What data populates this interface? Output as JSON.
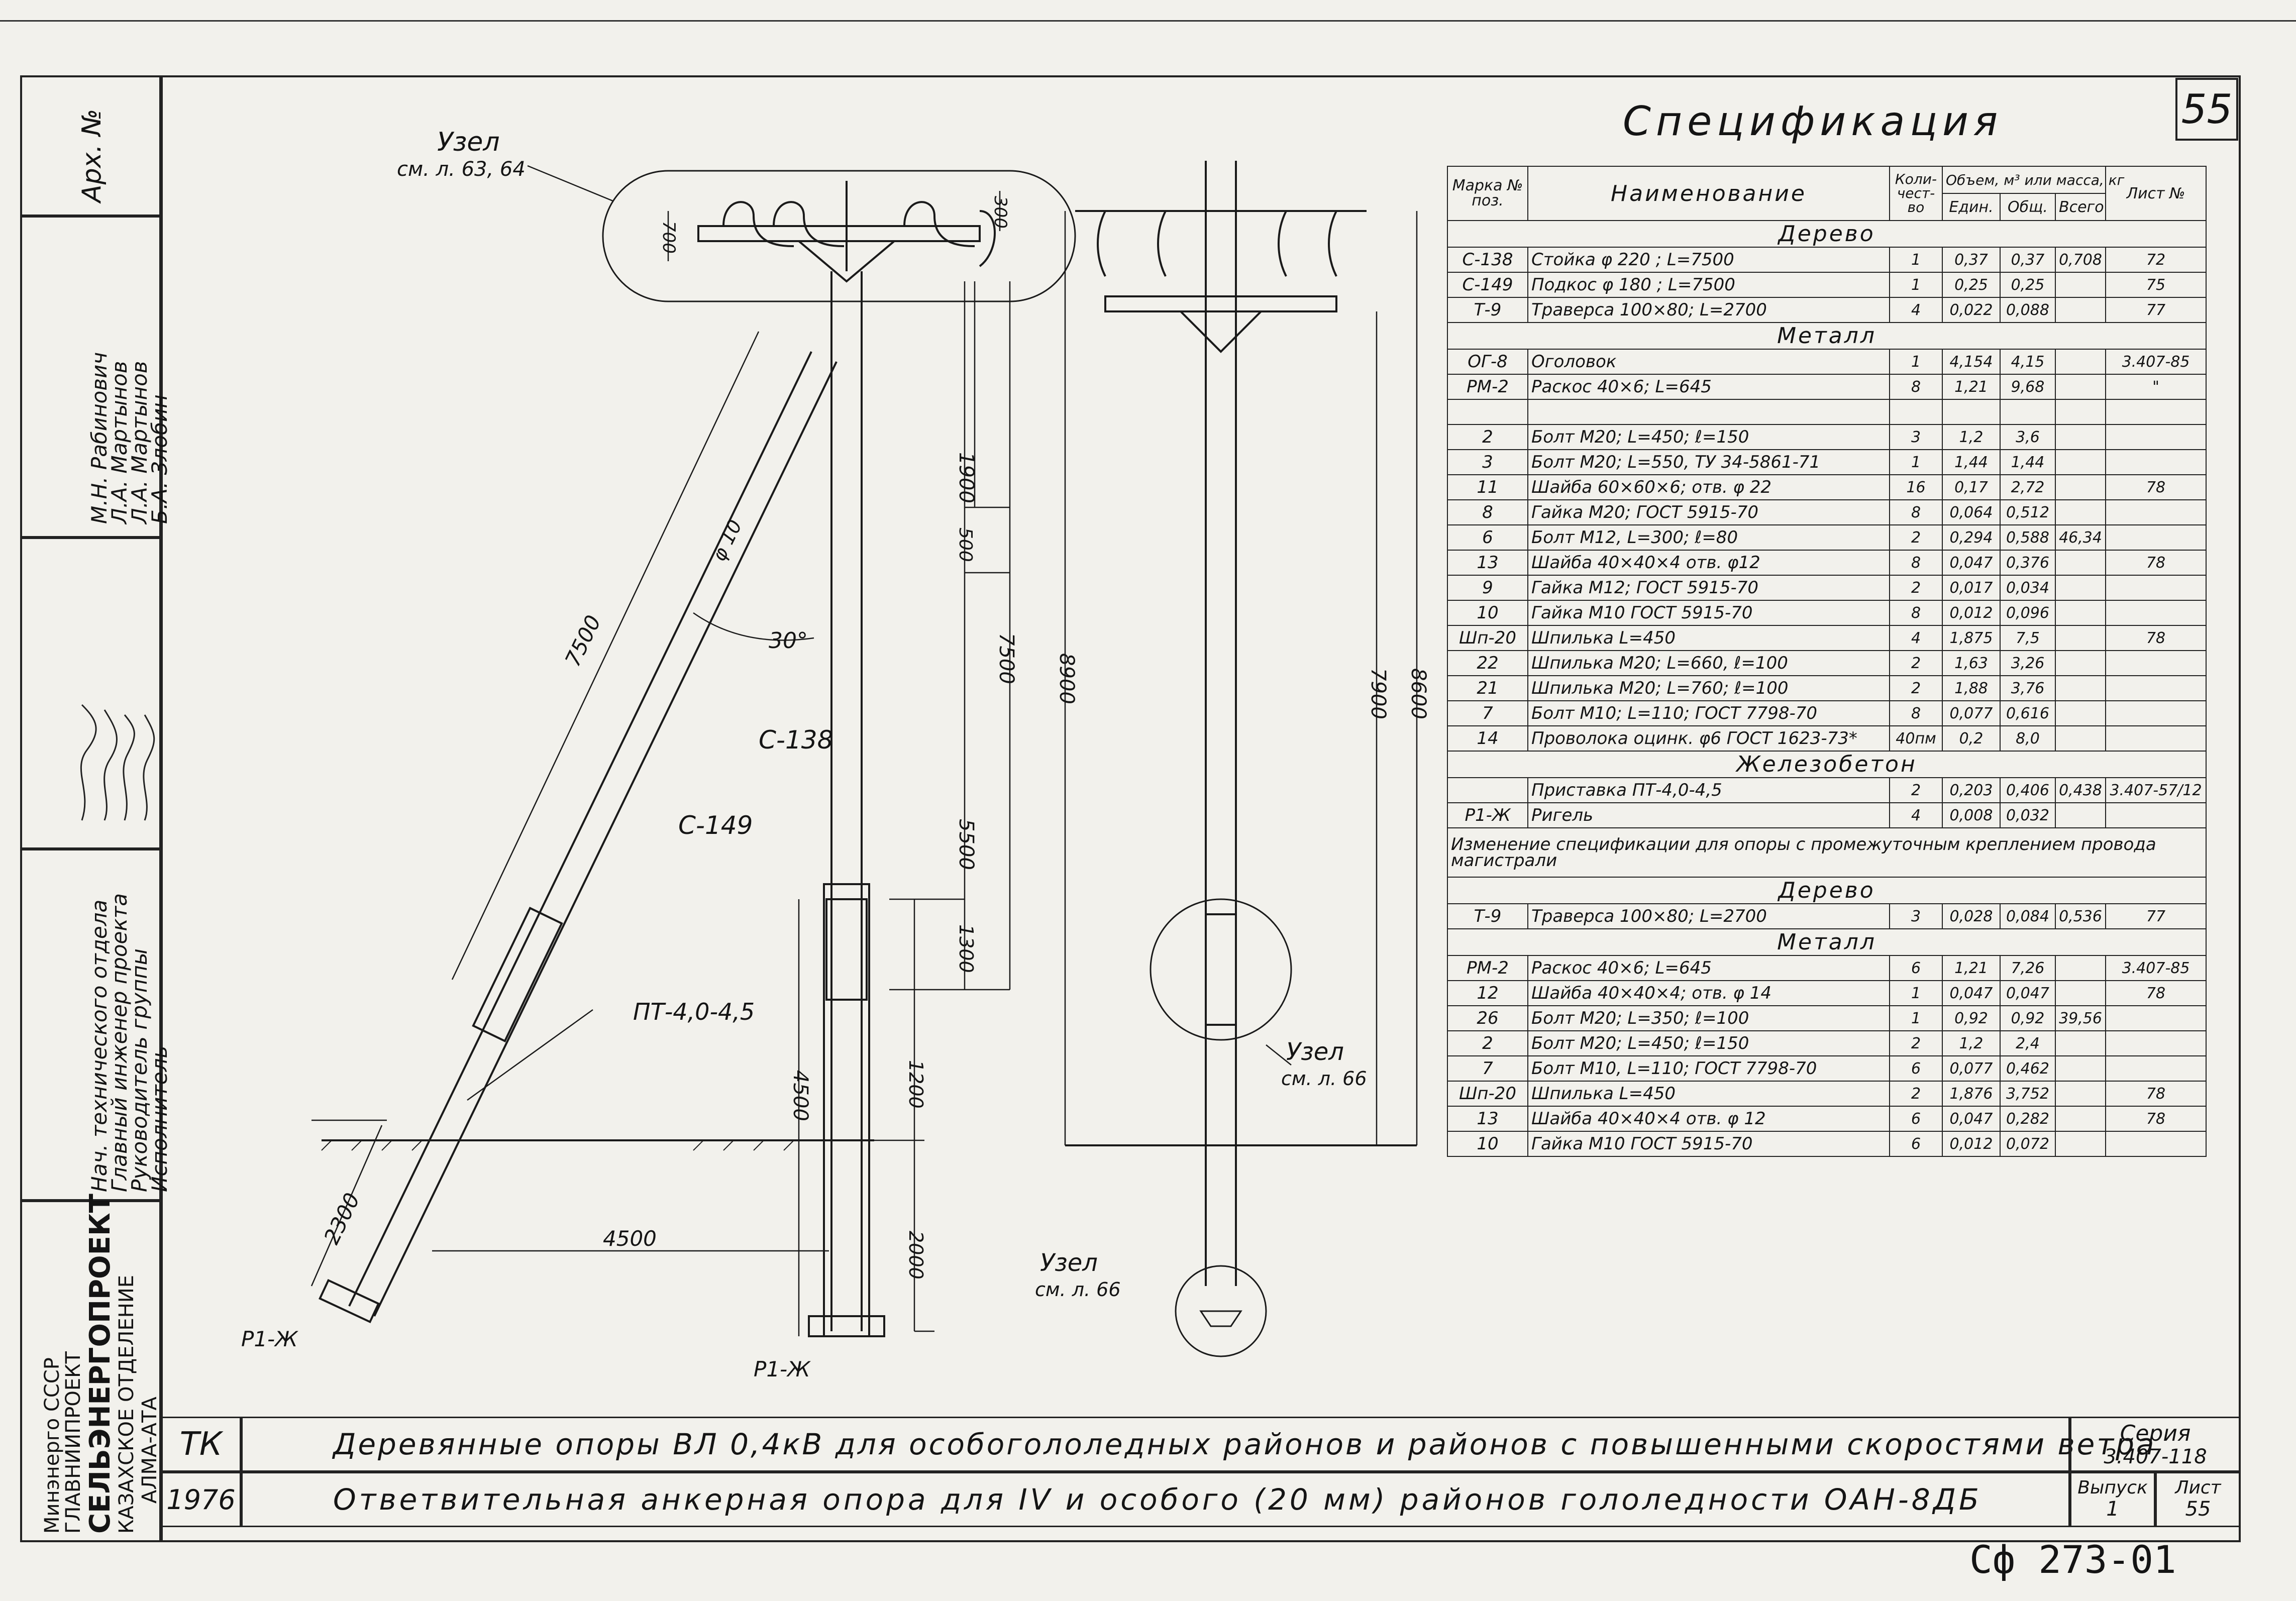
{
  "sheet": {
    "number": "55",
    "archive_label": "Арх. №",
    "doc_code": "Сф 273-01"
  },
  "signatures": {
    "roles": [
      "Нач. технического отдела",
      "Главный инженер проекта",
      "Руководитель группы",
      "Исполнитель"
    ],
    "names": [
      "М.Н. Рабинович",
      "Л.А. Мартынов",
      "Л.А. Мартынов",
      "Б.А. Злобин"
    ]
  },
  "organization": {
    "lines": [
      "Минэнерго СССР",
      "ГЛАВНИИПРОЕКТ",
      "СЕЛЬЭНЕРГОПРОЕКТ",
      "КАЗАХСКОЕ ОТДЕЛЕНИЕ",
      "АЛМА-АТА"
    ]
  },
  "drawing": {
    "node_top": "Узел",
    "node_top_ref": "см. л. 63, 64",
    "node_mid": "Узел",
    "node_mid_ref": "см. л. 66",
    "node_bottom": "Узел",
    "node_bottom_ref": "см. л. 66",
    "label_c149": "С-149",
    "label_c138": "С-138",
    "label_pt": "ПТ-4,0-4,5",
    "label_r1_left": "Р1-Ж",
    "label_r1_right": "Р1-Ж",
    "angle": "30°",
    "dim_strut": "7500",
    "dim_2300": "2300",
    "dim_4500_h": "4500",
    "dim_4500_v": "4500",
    "dim_1200": "1200",
    "dim_2000": "2000",
    "dim_1300": "1300",
    "dim_5500": "5500",
    "dim_7500": "7500",
    "dim_8900": "8900",
    "dim_500": "500",
    "dim_1900": "1900",
    "dim_700": "700",
    "dim_300": "300",
    "dim_7900": "7900",
    "dim_8600": "8600",
    "dim_phi": "φ 10"
  },
  "spec": {
    "title": "Спецификация",
    "headers": {
      "mark": "Марка № поз.",
      "name": "Наименование",
      "qty": "Коли-чест-во",
      "volume": "Объем, м³ или масса, кг",
      "unit": "Един.",
      "total": "Общ.",
      "all": "Всего",
      "sheet": "Лист №"
    },
    "sections": [
      {
        "title": "Дерево",
        "rows": [
          [
            "С-138",
            "Стойка φ 220 ; L=7500",
            "1",
            "0,37",
            "0,37",
            "0,708",
            "72"
          ],
          [
            "С-149",
            "Подкос φ 180 ; L=7500",
            "1",
            "0,25",
            "0,25",
            "",
            "75"
          ],
          [
            "Т-9",
            "Траверса 100×80; L=2700",
            "4",
            "0,022",
            "0,088",
            "",
            "77"
          ]
        ]
      },
      {
        "title": "Металл",
        "rows": [
          [
            "ОГ-8",
            "Оголовок",
            "1",
            "4,154",
            "4,15",
            "",
            "3.407-85"
          ],
          [
            "РМ-2",
            "Раскос 40×6; L=645",
            "8",
            "1,21",
            "9,68",
            "",
            "\""
          ],
          [
            "",
            "",
            "",
            "",
            "",
            "",
            ""
          ],
          [
            "2",
            "Болт М20; L=450; ℓ=150",
            "3",
            "1,2",
            "3,6",
            "",
            ""
          ],
          [
            "3",
            "Болт М20; L=550, ТУ 34-5861-71",
            "1",
            "1,44",
            "1,44",
            "",
            ""
          ],
          [
            "11",
            "Шайба 60×60×6; отв. φ 22",
            "16",
            "0,17",
            "2,72",
            "",
            "78"
          ],
          [
            "8",
            "Гайка М20; ГОСТ 5915-70",
            "8",
            "0,064",
            "0,512",
            "",
            ""
          ],
          [
            "6",
            "Болт М12, L=300; ℓ=80",
            "2",
            "0,294",
            "0,588",
            "46,34",
            ""
          ],
          [
            "13",
            "Шайба 40×40×4 отв. φ12",
            "8",
            "0,047",
            "0,376",
            "",
            "78"
          ],
          [
            "9",
            "Гайка М12; ГОСТ 5915-70",
            "2",
            "0,017",
            "0,034",
            "",
            ""
          ],
          [
            "10",
            "Гайка М10 ГОСТ 5915-70",
            "8",
            "0,012",
            "0,096",
            "",
            ""
          ],
          [
            "Шп-20",
            "Шпилька L=450",
            "4",
            "1,875",
            "7,5",
            "",
            "78"
          ],
          [
            "22",
            "Шпилька М20; L=660, ℓ=100",
            "2",
            "1,63",
            "3,26",
            "",
            ""
          ],
          [
            "21",
            "Шпилька М20; L=760; ℓ=100",
            "2",
            "1,88",
            "3,76",
            "",
            ""
          ],
          [
            "7",
            "Болт М10; L=110; ГОСТ 7798-70",
            "8",
            "0,077",
            "0,616",
            "",
            ""
          ],
          [
            "14",
            "Проволока оцинк. φ6 ГОСТ 1623-73*",
            "40пм",
            "0,2",
            "8,0",
            "",
            ""
          ]
        ]
      },
      {
        "title": "Железобетон",
        "rows": [
          [
            "",
            "Приставка ПТ-4,0-4,5",
            "2",
            "0,203",
            "0,406",
            "0,438",
            "3.407-57/12"
          ],
          [
            "Р1-Ж",
            "Ригель",
            "4",
            "0,008",
            "0,032",
            "",
            ""
          ]
        ]
      }
    ],
    "note": "Изменение спецификации для опоры с промежуточным креплением провода магистрали",
    "sections2": [
      {
        "title": "Дерево",
        "rows": [
          [
            "Т-9",
            "Траверса 100×80; L=2700",
            "3",
            "0,028",
            "0,084",
            "0,536",
            "77"
          ]
        ]
      },
      {
        "title": "Металл",
        "rows": [
          [
            "РМ-2",
            "Раскос 40×6; L=645",
            "6",
            "1,21",
            "7,26",
            "",
            "3.407-85"
          ],
          [
            "12",
            "Шайба 40×40×4; отв. φ 14",
            "1",
            "0,047",
            "0,047",
            "",
            "78"
          ],
          [
            "26",
            "Болт М20; L=350; ℓ=100",
            "1",
            "0,92",
            "0,92",
            "39,56",
            ""
          ],
          [
            "2",
            "Болт М20; L=450; ℓ=150",
            "2",
            "1,2",
            "2,4",
            "",
            ""
          ],
          [
            "7",
            "Болт М10, L=110; ГОСТ 7798-70",
            "6",
            "0,077",
            "0,462",
            "",
            ""
          ],
          [
            "Шп-20",
            "Шпилька L=450",
            "2",
            "1,876",
            "3,752",
            "",
            "78"
          ],
          [
            "13",
            "Шайба 40×40×4 отв. φ 12",
            "6",
            "0,047",
            "0,282",
            "",
            "78"
          ],
          [
            "10",
            "Гайка М10 ГОСТ 5915-70",
            "6",
            "0,012",
            "0,072",
            "",
            ""
          ]
        ]
      }
    ]
  },
  "titleblock": {
    "tk": "ТК",
    "year": "1976",
    "title1": "Деревянные опоры ВЛ 0,4кВ для особогололедных районов и районов с повышенными скоростями ветра",
    "title2": "Ответвительная анкерная опора для IV и особого (20 мм) районов гололедности ОАН-8ДБ",
    "series_label": "Серия",
    "series_value": "3.407-118",
    "issue_label": "Выпуск",
    "issue_value": "1",
    "sheet_label": "Лист",
    "sheet_value": "55"
  }
}
